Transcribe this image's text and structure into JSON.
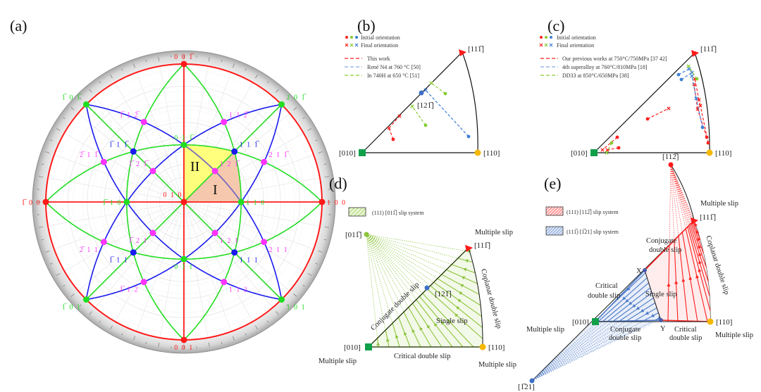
{
  "panel_labels": {
    "a": "(a)",
    "b": "(b)",
    "c": "(c)",
    "d": "(d)",
    "e": "(e)"
  },
  "colors": {
    "red": "#ff1a1a",
    "green": "#22dd22",
    "blue": "#1a1aee",
    "magenta": "#ff33ff",
    "yellow_region": "#ffff66",
    "orange_region": "#f5c0a0",
    "legend_red": "#ff2020",
    "legend_green": "#88cc33",
    "legend_blue": "#3d7fd6",
    "d_green": "#8cc43c",
    "e_red": "#ff2020",
    "e_blue": "#4a78c8"
  },
  "stereo": {
    "poles": [
      {
        "label": "0 0 1̅",
        "dir": [
          0,
          0,
          -1
        ],
        "family": "red"
      },
      {
        "label": "1 0 0",
        "dir": [
          1,
          0,
          0
        ],
        "family": "red"
      },
      {
        "label": "1̅ 0 0",
        "dir": [
          -1,
          0,
          0
        ],
        "family": "red"
      },
      {
        "label": "0 0 1",
        "dir": [
          0,
          0,
          1
        ],
        "family": "red"
      },
      {
        "label": "0 1 0",
        "dir": [
          0,
          1,
          0
        ],
        "family": "red"
      },
      {
        "label": "1̅ 0 1̅",
        "dir": [
          -1,
          0,
          -1
        ],
        "family": "green"
      },
      {
        "label": "1 0 1̅",
        "dir": [
          1,
          0,
          -1
        ],
        "family": "green"
      },
      {
        "label": "1̅ 0 1",
        "dir": [
          -1,
          0,
          1
        ],
        "family": "green"
      },
      {
        "label": "1 0 1",
        "dir": [
          1,
          0,
          1
        ],
        "family": "green"
      },
      {
        "label": "0 1 1̅",
        "dir": [
          0,
          1,
          -1
        ],
        "family": "green"
      },
      {
        "label": "0 1 1",
        "dir": [
          0,
          1,
          1
        ],
        "family": "green"
      },
      {
        "label": "1 1 0",
        "dir": [
          1,
          1,
          0
        ],
        "family": "green"
      },
      {
        "label": "1̅ 1 0",
        "dir": [
          -1,
          1,
          0
        ],
        "family": "green"
      },
      {
        "label": "1̅ 1 1̅",
        "dir": [
          -1,
          1,
          -1
        ],
        "family": "blue"
      },
      {
        "label": "1 1 1̅",
        "dir": [
          1,
          1,
          -1
        ],
        "family": "blue"
      },
      {
        "label": "1̅ 1 1",
        "dir": [
          -1,
          1,
          1
        ],
        "family": "blue"
      },
      {
        "label": "1 1 1",
        "dir": [
          1,
          1,
          1
        ],
        "family": "blue"
      },
      {
        "label": "1̅ 1 2̅",
        "dir": [
          -1,
          1,
          -2
        ],
        "family": "magenta"
      },
      {
        "label": "1 1 2̅",
        "dir": [
          1,
          1,
          -2
        ],
        "family": "magenta"
      },
      {
        "label": "2̅ 1 1̅",
        "dir": [
          -2,
          1,
          -1
        ],
        "family": "magenta"
      },
      {
        "label": "2 1 1̅",
        "dir": [
          2,
          1,
          -1
        ],
        "family": "magenta"
      },
      {
        "label": "1̅ 2 1̅",
        "dir": [
          -1,
          2,
          -1
        ],
        "family": "magenta"
      },
      {
        "label": "1 2 1̅",
        "dir": [
          1,
          2,
          -1
        ],
        "family": "magenta"
      },
      {
        "label": "2̅ 1 1",
        "dir": [
          -2,
          1,
          1
        ],
        "family": "magenta"
      },
      {
        "label": "2 1 1",
        "dir": [
          2,
          1,
          1
        ],
        "family": "magenta"
      },
      {
        "label": "1̅ 2 1",
        "dir": [
          -1,
          2,
          1
        ],
        "family": "magenta"
      },
      {
        "label": "1 2 1",
        "dir": [
          1,
          2,
          1
        ],
        "family": "magenta"
      },
      {
        "label": "1̅ 1 2",
        "dir": [
          -1,
          1,
          2
        ],
        "family": "magenta"
      },
      {
        "label": "1 1 2",
        "dir": [
          1,
          1,
          2
        ],
        "family": "magenta"
      }
    ],
    "regions": {
      "I": "I",
      "II": "II"
    }
  },
  "panel_b": {
    "legend": {
      "initial": "Initial orientation",
      "final": "Final orientation",
      "series": [
        "This work",
        "René N4 at 760 °C [50]",
        "In 740H at 650 °C [51]"
      ]
    },
    "vertices": {
      "v010": "[010]",
      "v110": "[110]",
      "v111": "[111̅]",
      "v121": "[121̅]"
    }
  },
  "panel_c": {
    "legend": {
      "initial": "Initial orientation",
      "final": "Final orientation",
      "series": [
        "Our previous works at 750°C/750MPa [37 42]",
        "4th superalloy at 760°C/810MPa [18]",
        "DD33 at 850°C/650MPa [38]"
      ]
    },
    "vertices": {
      "v010": "[010]",
      "v110": "[110]",
      "v111": "[111̅]"
    }
  },
  "panel_d": {
    "legend": "(111) [011̅] slip system",
    "vertices": {
      "v010": "[010]",
      "v110": "[110]",
      "v111": "[111̅]",
      "v011": "[011̅]",
      "v121": "[121̅]"
    },
    "labels": {
      "multiple_010": "Multiple slip",
      "multiple_110": "Multiple slip",
      "multiple_111": "Multiple slip",
      "conjugate": "Conjugate double slip",
      "coplanar": "Coplanar double slip",
      "single": "Single slip",
      "critical": "Critical double slip"
    }
  },
  "panel_e": {
    "legend_red": "(111) [112̅] slip system",
    "legend_blue": "(111̅) [1̅21] slip system",
    "vertices": {
      "v010": "[010]",
      "v110": "[110]",
      "v111": "[111̅]",
      "v112": "[112̅]",
      "v121": "[1̅21]",
      "X": "X",
      "Y": "Y"
    },
    "labels": {
      "multiple_010": "Multiple slip",
      "multiple_110": "Multiple slip",
      "multiple_111": "Multiple slip",
      "conjugate_top_1": "Conjugate",
      "conjugate_top_2": "double slip",
      "coplanar": "Coplanar double slip",
      "single": "Single slip",
      "critical_left_1": "Critical",
      "critical_left_2": "double slip",
      "conjugate_bottom_1": "Conjugate",
      "conjugate_bottom_2": "double slip",
      "critical_bottom_1": "Critical",
      "critical_bottom_2": "double slip"
    }
  }
}
